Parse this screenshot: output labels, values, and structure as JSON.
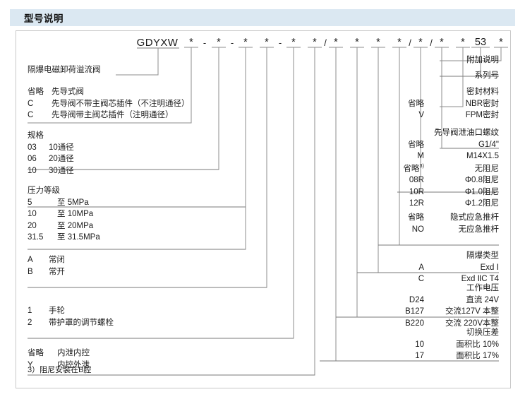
{
  "header": {
    "title": "型号说明"
  },
  "code_line": {
    "prefix": "GDYXW",
    "tokens": [
      "*",
      "-",
      "*",
      "-",
      "*",
      "*",
      "-",
      "*",
      "*",
      "/",
      "*",
      "*",
      "*",
      "*",
      "/",
      "*",
      "/",
      "*",
      "*",
      "53",
      "*"
    ],
    "series_number_value": "53"
  },
  "left_blocks": [
    {
      "name": "product-name",
      "title": "隔爆电磁卸荷溢流阀",
      "rows": []
    },
    {
      "name": "pilot-valve-type",
      "title": "",
      "rows": [
        {
          "key": "省略",
          "val": "先导式阀"
        },
        {
          "key": "C",
          "val": "先导阀不带主阀芯插件（不注明通径）"
        },
        {
          "key": "C",
          "val": "先导阀带主阀芯插件（注明通径）"
        }
      ]
    },
    {
      "name": "specification",
      "title": "规格",
      "rows": [
        {
          "key": "03",
          "val": "10通径"
        },
        {
          "key": "06",
          "val": "20通径"
        },
        {
          "key": "10",
          "val": "30通径"
        }
      ]
    },
    {
      "name": "pressure-rating",
      "title": "压力等级",
      "rows": [
        {
          "key": "5",
          "val": "至  5MPa"
        },
        {
          "key": "10",
          "val": "至 10MPa"
        },
        {
          "key": "20",
          "val": "至 20MPa"
        },
        {
          "key": "31.5",
          "val": "至 31.5MPa"
        }
      ]
    },
    {
      "name": "normal-state",
      "title": "",
      "rows": [
        {
          "key": "A",
          "val": "常闭"
        },
        {
          "key": "B",
          "val": "常开"
        }
      ]
    },
    {
      "name": "adjustment-type",
      "title": "",
      "rows": [
        {
          "key": "1",
          "val": "手轮"
        },
        {
          "key": "2",
          "val": "带护罩的调节螺栓"
        }
      ]
    },
    {
      "name": "drain-control",
      "title": "",
      "rows": [
        {
          "key": "省略",
          "val": "内泄内控"
        },
        {
          "key": "Y",
          "val": "内控外泄"
        }
      ]
    }
  ],
  "right_blocks": [
    {
      "name": "additional-note",
      "title": "附加说明",
      "rows": []
    },
    {
      "name": "series-number",
      "title": "系列号",
      "rows": []
    },
    {
      "name": "seal-material",
      "title": "密封材料",
      "rows": [
        {
          "key": "省略",
          "val": "NBR密封"
        },
        {
          "key": "V",
          "val": "FPM密封"
        }
      ]
    },
    {
      "name": "pilot-drain-thread",
      "title": "先导阀泄油口螺纹",
      "rows": [
        {
          "key": "省略",
          "val": "G1/4\""
        },
        {
          "key": "M",
          "val": "M14X1.5"
        }
      ]
    },
    {
      "name": "damping-orifice",
      "title": "",
      "rows": [
        {
          "key": "省略",
          "key_sup": "3)",
          "val": "无阻尼"
        },
        {
          "key": "08R",
          "val": "Φ0.8阻尼"
        },
        {
          "key": "10R",
          "val": "Φ1.0阻尼"
        },
        {
          "key": "12R",
          "val": "Φ1.2阻尼"
        }
      ]
    },
    {
      "name": "emergency-push-rod",
      "title": "",
      "rows": [
        {
          "key": "省略",
          "val": "隐式应急推杆"
        },
        {
          "key": "NO",
          "val": "无应急推杆"
        }
      ]
    },
    {
      "name": "explosion-proof-type",
      "title": "隔爆类型",
      "rows": [
        {
          "key": "A",
          "val": "Exd Ⅰ"
        },
        {
          "key": "C",
          "val": "Exd ⅡC T4"
        }
      ]
    },
    {
      "name": "working-voltage",
      "title": "工作电压",
      "rows": [
        {
          "key": "D24",
          "val": "直流 24V"
        },
        {
          "key": "B127",
          "val": "交流127V 本整"
        },
        {
          "key": "B220",
          "val": "交流 220V本整"
        }
      ]
    },
    {
      "name": "switching-pressure-differential",
      "title": "切换压差",
      "rows": [
        {
          "key": "10",
          "val": "面积比  10%"
        },
        {
          "key": "17",
          "val": "面积比  17%"
        }
      ]
    }
  ],
  "footnote": {
    "text": "3）阻尼安装在B腔"
  },
  "colors": {
    "header_band": "#dbe8f2",
    "frame_border": "#c8c8c8",
    "leader_line": "#8c8c8c",
    "text": "#1a1a1a"
  }
}
